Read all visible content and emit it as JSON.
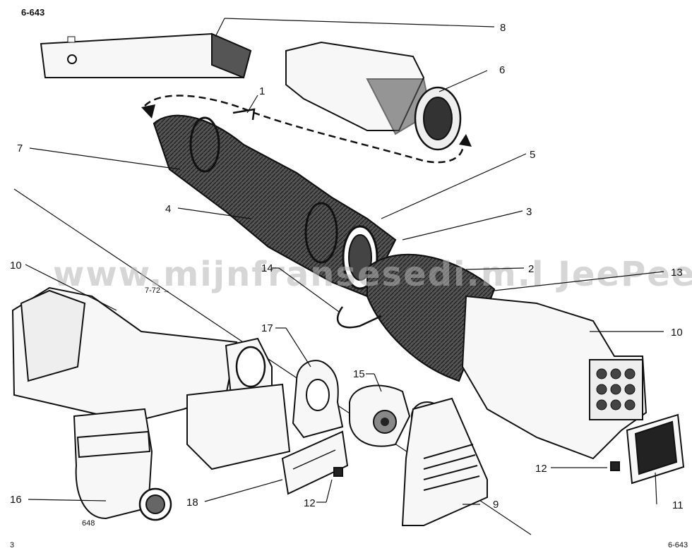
{
  "header_ref": "6-643",
  "footer_ref": "6-643",
  "page_number": "3",
  "figure_code": "648",
  "date_marker": "7-72 →",
  "watermark": "www.mijnfransesedi.m.l  JeePee",
  "callouts": [
    {
      "id": "c8",
      "label": "8"
    },
    {
      "id": "c6",
      "label": "6"
    },
    {
      "id": "c1",
      "label": "1"
    },
    {
      "id": "c7",
      "label": "7"
    },
    {
      "id": "c5",
      "label": "5"
    },
    {
      "id": "c4",
      "label": "4"
    },
    {
      "id": "c3",
      "label": "3"
    },
    {
      "id": "c10a",
      "label": "10"
    },
    {
      "id": "c14",
      "label": "14"
    },
    {
      "id": "c2",
      "label": "2"
    },
    {
      "id": "c13",
      "label": "13"
    },
    {
      "id": "c17",
      "label": "17"
    },
    {
      "id": "c10b",
      "label": "10"
    },
    {
      "id": "c15",
      "label": "15"
    },
    {
      "id": "c16",
      "label": "16"
    },
    {
      "id": "c18",
      "label": "18"
    },
    {
      "id": "c12a",
      "label": "12"
    },
    {
      "id": "c9",
      "label": "9"
    },
    {
      "id": "c12b",
      "label": "12"
    },
    {
      "id": "c11",
      "label": "11"
    }
  ]
}
